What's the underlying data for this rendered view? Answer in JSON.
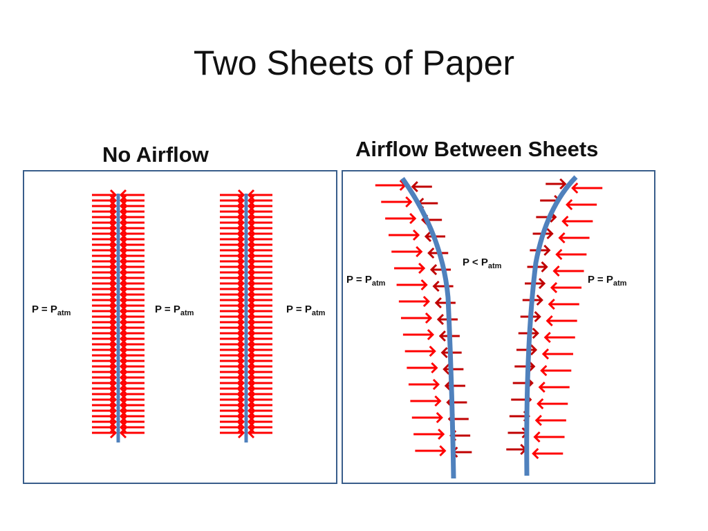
{
  "title": "Two Sheets of Paper",
  "panels": {
    "no_airflow": {
      "heading": "No Airflow",
      "labels": [
        {
          "main": "P = P",
          "sub": "atm"
        },
        {
          "main": "P = P",
          "sub": "atm"
        },
        {
          "main": "P = P",
          "sub": "atm"
        }
      ]
    },
    "airflow": {
      "heading": "Airflow Between Sheets",
      "labels": [
        {
          "main": "P = P",
          "sub": "atm"
        },
        {
          "main": "P < P",
          "sub": "atm"
        },
        {
          "main": "P = P",
          "sub": "atm"
        }
      ]
    }
  },
  "colors": {
    "sheet": "#4f81bd",
    "arrow_outer": "#ff0000",
    "arrow_inner": "#c00000",
    "border": "#385d8a"
  }
}
